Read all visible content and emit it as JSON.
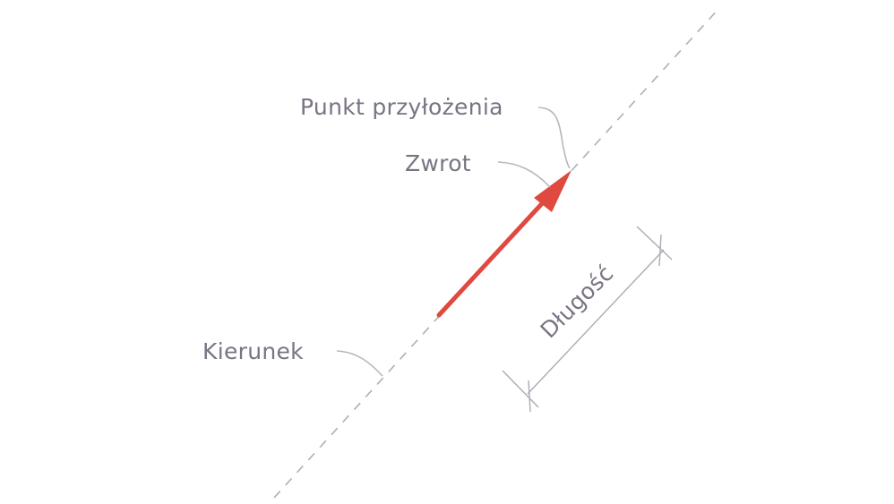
{
  "labels": {
    "application_point": "Punkt przyłożenia",
    "sense": "Zwrot",
    "direction": "Kierunek",
    "magnitude": "Długość"
  },
  "colors": {
    "vector": "#e0493f",
    "text": "#7a7383",
    "direction_line": "#a9b2b3",
    "guides": "#b9b6be"
  }
}
